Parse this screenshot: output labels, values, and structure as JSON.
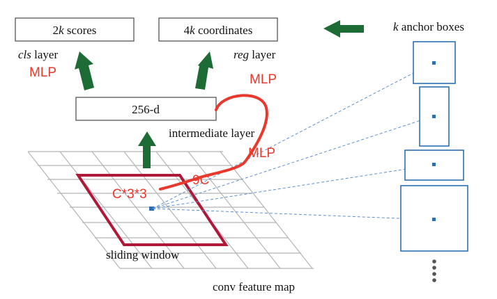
{
  "boxes": {
    "scores": {
      "num": "2",
      "var": "k",
      "rest": " scores"
    },
    "coordinates": {
      "num": "4",
      "var": "k",
      "rest": " coordinates"
    },
    "intermediate": "256-d"
  },
  "labels": {
    "cls_layer": {
      "italic": "cls",
      "rest": " layer"
    },
    "reg_layer": {
      "italic": "reg",
      "rest": " layer"
    },
    "anchor_boxes": {
      "var": "k",
      "rest": " anchor boxes"
    },
    "intermediate_layer": "intermediate layer",
    "sliding_window": "sliding window",
    "conv_feature_map": "conv feature map"
  },
  "annotations": {
    "mlp_cls": "MLP",
    "mlp_reg": "MLP",
    "mlp_intermediate": "MLP",
    "nine_c": "9C",
    "c33": "C*3*3"
  },
  "colors": {
    "arrow": "#1d6b35",
    "annotation": "#e8392c",
    "window": "#b0183a",
    "anchor": "#2e6fb0",
    "grid": "#b5b5b5",
    "box_border": "#555555"
  }
}
